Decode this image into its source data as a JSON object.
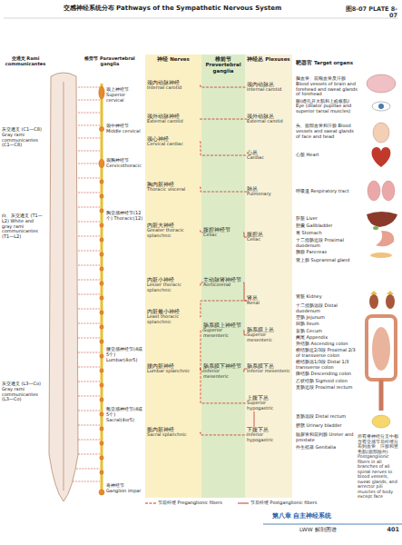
{
  "diagram": {
    "title": "交感神经系统分布 Pathways of the Sympathetic Nervous System",
    "nodes": [
      {
        "text": [
          "神经 Nerves"
        ]
      },
      {
        "text": [
          "椎前节 Prevertebral ganglia"
        ]
      },
      {
        "text": [
          "神经丛 Plexuses"
        ]
      },
      {
        "text": [
          "颈内动脉神经",
          "Internal carotid"
        ],
        "in": 0
      },
      {
        "text": [
          "颈外动脉神经",
          "External carotid"
        ],
        "in": 0
      },
      {
        "text": [
          "颈心神经",
          "Cervical cardiac"
        ],
        "in": 0
      },
      {
        "text": [
          "胸内脏神经",
          "Thoracic visceral"
        ],
        "in": 0
      },
      {
        "text": [
          "内脏大神经",
          "Greater thoracic splanchnic"
        ],
        "in": 0
      },
      {
        "text": [
          "内脏小神经",
          "Lesser thoracic splanchnic"
        ],
        "in": 0
      },
      {
        "text": [
          "内脏最小神经",
          "Least thoracic splanchnic"
        ],
        "in": 0
      },
      {
        "text": [
          "腰内脏神经",
          "Lumbar splanchnic"
        ],
        "in": 0
      },
      {
        "text": [
          "骶内脏神经",
          "Sacral splanchnic"
        ],
        "in": 0
      },
      {
        "text": [
          "腹腔神经节",
          "Celiac"
        ],
        "in": 1
      },
      {
        "text": [
          "主动脉肾神经节",
          "Aorticorenal"
        ],
        "in": 1
      },
      {
        "text": [
          "肠系膜上神经节",
          "Superior mesenteric"
        ],
        "in": 1
      },
      {
        "text": [
          "肠系膜下神经节",
          "Inferior mesenteric"
        ],
        "in": 1
      },
      {
        "text": [
          "颈内动脉丛",
          "Internal carotid"
        ],
        "in": 2
      },
      {
        "text": [
          "颈外动脉丛",
          "External carotid"
        ],
        "in": 2
      },
      {
        "text": [
          "心丛",
          "Cardiac"
        ],
        "in": 2
      },
      {
        "text": [
          "肺丛",
          "Pulmonary"
        ],
        "in": 2
      },
      {
        "text": [
          "腹腔丛",
          "Celiac"
        ],
        "in": 2
      },
      {
        "text": [
          "肾丛",
          "Renal"
        ],
        "in": 2
      },
      {
        "text": [
          "肠系膜上丛",
          "Superior mesenteric"
        ],
        "in": 2
      },
      {
        "text": [
          "肠系膜下丛",
          "Inferior mesenteric"
        ],
        "in": 2
      },
      {
        "text": [
          "上腹下丛",
          "Superior hypogastric"
        ],
        "in": 2
      },
      {
        "text": [
          "下腹下丛",
          "Inferior hypogastric"
        ],
        "in": 2
      }
    ],
    "edges": [
      {
        "from": 3,
        "to": 16,
        "arrow": "none"
      },
      {
        "from": 4,
        "to": 17,
        "arrow": "none"
      },
      {
        "from": 5,
        "to": 18,
        "arrow": "none"
      },
      {
        "from": 6,
        "to": 19,
        "arrow": "none"
      },
      {
        "from": 7,
        "to": 12,
        "arrow": "none"
      },
      {
        "from": 12,
        "to": 20,
        "arrow": "none"
      },
      {
        "from": 8,
        "to": 13,
        "arrow": "none"
      },
      {
        "from": 13,
        "to": 21,
        "arrow": "none"
      },
      {
        "from": 9,
        "to": 21,
        "arrow": "none"
      },
      {
        "from": 10,
        "to": 14,
        "arrow": "none"
      },
      {
        "from": 10,
        "to": 15,
        "arrow": "none"
      },
      {
        "from": 14,
        "to": 22,
        "arrow": "none"
      },
      {
        "from": 15,
        "to": 23,
        "arrow": "none"
      },
      {
        "from": 10,
        "to": 24,
        "arrow": "none"
      },
      {
        "from": 24,
        "to": 25,
        "arrow": "none"
      },
      {
        "from": 11,
        "to": 25,
        "arrow": "none"
      }
    ],
    "labels": [
      "图8-07 PLATE 8-07",
      "交通支 Rami communicantes",
      "椎旁节 Paravertebral ganglia",
      "靶器官 Target organs",
      "灰交通支 (C1—C8) Gray rami communicantes (C1—C8)",
      "白、灰交通支 (T1—L2) White and gray rami communicantes (T1—L2)",
      "灰交通支 (L3—Co) Gray rami communicantes (L3—Co)",
      "颈上神经节 Superior cervical",
      "颈中神经节 Middle cervical",
      "颈胸神经节 Cervicothoracic",
      "胸交感神经节(12个) Thoracic(12)",
      "腰交感神经节(4或5个) Lumbar(4or5)",
      "骶交感神经节(4或5个) Sacral(4or5)",
      "奇神经节 Ganglion impar",
      "脑血管、前额血管及汗腺 Blood vessels of brain and forehead and sweat glands of forehead",
      "眼(瞳孔开大肌和上睑板肌) Eye (dilator pupillae and superior tarsal muscles)",
      "头、面部血管和汗腺 Blood vessels and sweat glands of face and head",
      "心脏 Heart",
      "呼吸道 Respiratory tract",
      "肝脏 Liver",
      "胆囊 Gallbladder",
      "胃 Stomach",
      "十二指肠近段 Proximal duodenum",
      "胰腺 Pancreas",
      "肾上腺 Suprarenal gland",
      "肾脏 Kidney",
      "十二指肠远段 Distal duodenum",
      "空肠 Jejunum",
      "回肠 Ileum",
      "盲肠 Cecum",
      "阑尾 Appendix",
      "升结肠 Ascending colon",
      "横结肠近2/3段 Proximal 2/3 of transverse colon",
      "横结肠远1/3段 Distal 1/3 transverse colon",
      "降结肠 Descending colon",
      "乙状结肠 Sigmoid colon",
      "直肠近段 Proximal rectum",
      "直肠远段 Distal rectum",
      "膀胱 Urinary bladder",
      "输尿管和前列腺 Ureter and prostate",
      "外生殖器 Genitalia",
      "所有脊神经分支中都含有交感节后纤维分布到血管、汗腺和竖毛肌(面部除外) Postganglionic fibers in all branches of all spinal nerves to blood vessels, sweat glands, and arrector pili muscles of body except face",
      "第八章 自主神经系统",
      "LWW 解剖图谱",
      "401"
    ],
    "legend": [
      {
        "text": "节前纤维 Preganglionic fibers"
      },
      {
        "text": "节后纤维 Postganglionic fibers"
      }
    ]
  }
}
